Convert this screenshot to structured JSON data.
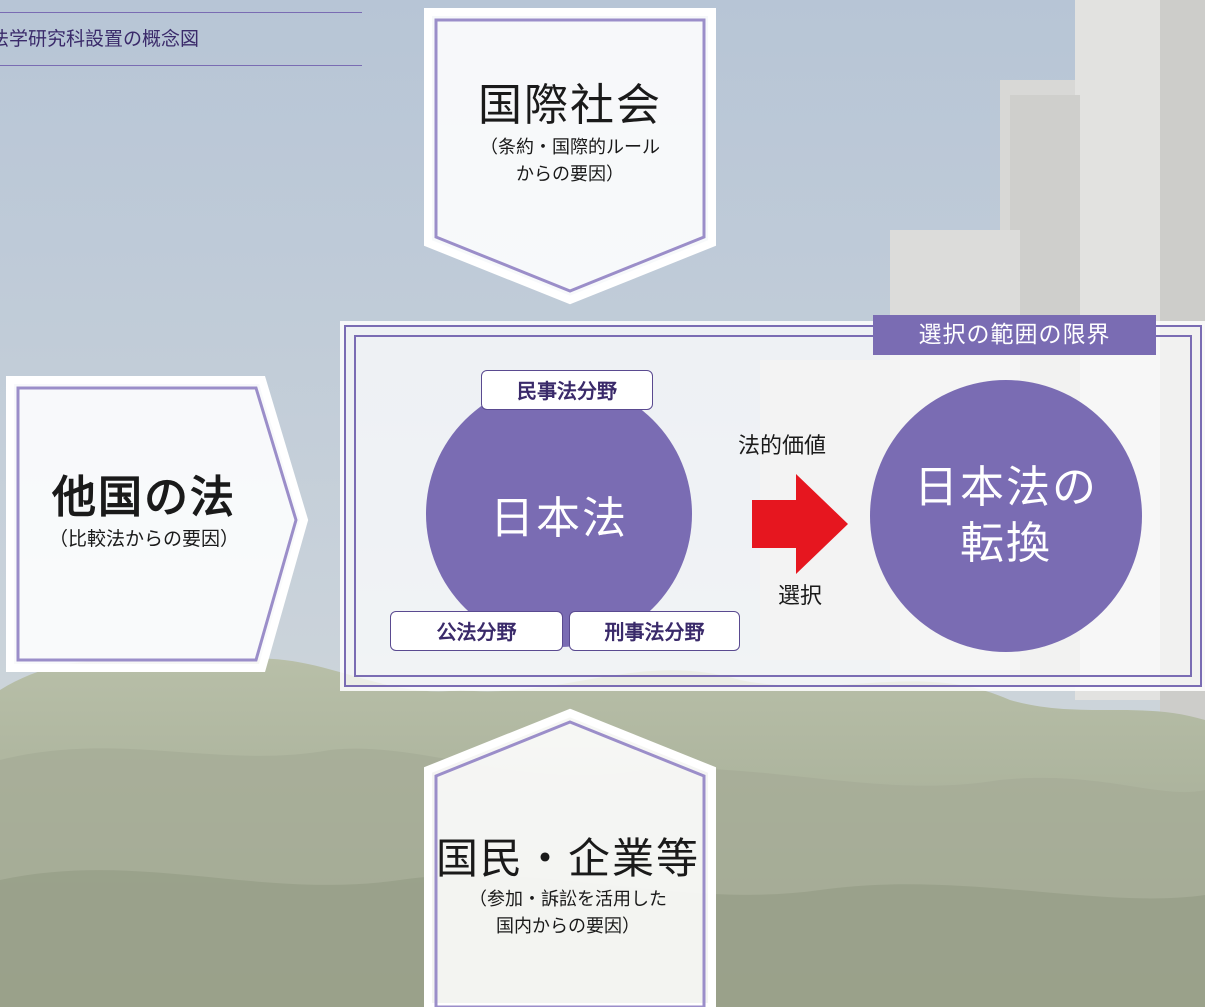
{
  "caption": "法学研究科設置の概念図",
  "international": {
    "title": "国際社会",
    "sub_line1": "（条約・国際的ルール",
    "sub_line2": "からの要因）"
  },
  "foreign": {
    "title": "他国の法",
    "sub": "（比較法からの要因）"
  },
  "citizen": {
    "title": "国民・企業等",
    "sub_line1": "（参加・訴訟を活用した",
    "sub_line2": "国内からの要因）"
  },
  "frame_label": "選択の範囲の限界",
  "japan_law": "日本法",
  "tags": {
    "civil": "民事法分野",
    "public": "公法分野",
    "criminal": "刑事法分野"
  },
  "arrow": {
    "top_label": "法的価値",
    "bottom_label": "選択"
  },
  "result": {
    "line1": "日本法の",
    "line2": "転換"
  },
  "colors": {
    "accent": "#7a6cb3",
    "arrow": "#e6161f",
    "caption_text": "#3a2a6a"
  }
}
